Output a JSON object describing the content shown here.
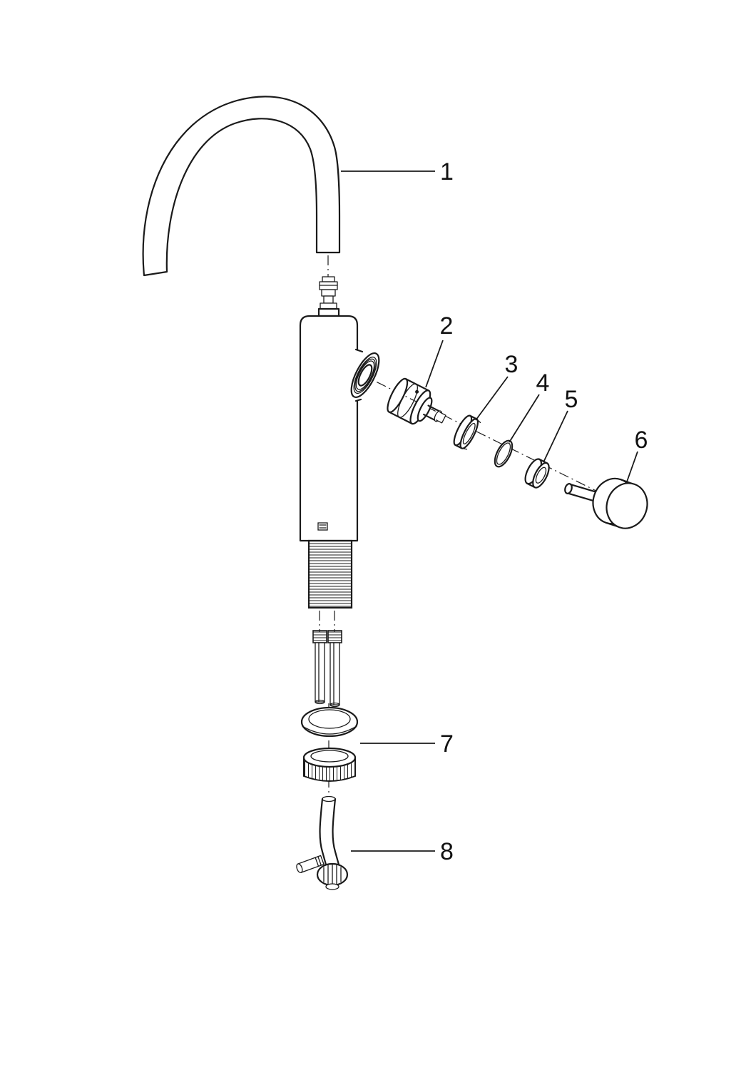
{
  "figure": {
    "type": "exploded-parts-diagram",
    "subject": "single-lever basin mixer faucet",
    "background_color": "#ffffff",
    "line_color": "#1a1a1a",
    "callouts": [
      {
        "label": "1"
      },
      {
        "label": "2"
      },
      {
        "label": "3"
      },
      {
        "label": "4"
      },
      {
        "label": "5"
      },
      {
        "label": "6"
      },
      {
        "label": "7"
      },
      {
        "label": "8"
      }
    ]
  }
}
